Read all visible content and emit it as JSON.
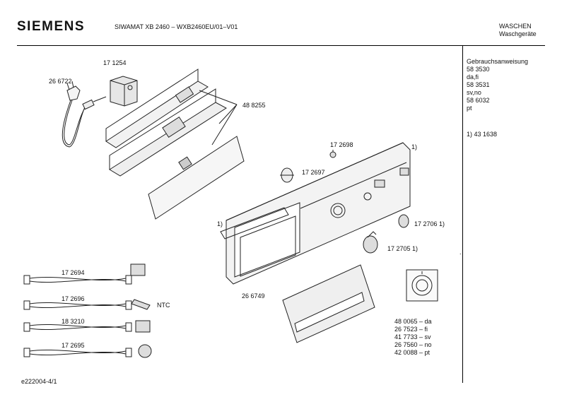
{
  "header": {
    "brand": "SIEMENS",
    "model": "SIWAMAT XB 2460 – WXB2460EU/01–V01",
    "category_line1": "WASCHEN",
    "category_line2": "Waschgeräte"
  },
  "side_panel": {
    "lines": [
      "Gebrauchsanweisung",
      "58 3530",
      "da,fi",
      "58 3531",
      "sv,no",
      "58 6032",
      "pt"
    ],
    "footnote": "1) 43 1638"
  },
  "parts": {
    "p171254": "17 1254",
    "p266722": "26 6722",
    "p488255": "48 8255",
    "p172698": "17 2698",
    "p172697": "17 2697",
    "p1_top": "1)",
    "p1_left": "1)",
    "p172706": "17 2706 1)",
    "p172705": "17 2705 1)",
    "p266749": "26 6749",
    "p172694": "17 2694",
    "p172696": "17 2696",
    "ntc": "NTC",
    "p183210": "18 3210",
    "p172695": "17 2695"
  },
  "dial_parts": [
    "48 0065 – da",
    "26 7523 – fi",
    "41 7733 – sv",
    "26 7560 – no",
    "42 0088 – pt"
  ],
  "footer": {
    "doc_id": "e222004-4/1",
    "dot": "."
  }
}
